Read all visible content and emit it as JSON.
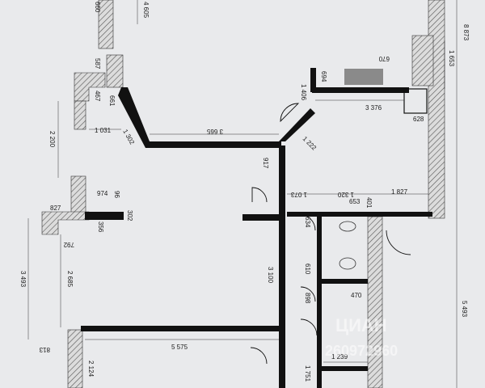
{
  "plan": {
    "dimensions": [
      "4 605",
      "8 873",
      "587",
      "670",
      "1 653",
      "694",
      "1 406",
      "467",
      "661",
      "3 376",
      "628",
      "1 031",
      "1 302",
      "3 665",
      "1 222",
      "2 200",
      "917",
      "1 073",
      "1 320",
      "1 827",
      "974",
      "96",
      "653",
      "401",
      "827",
      "302",
      "634",
      "356",
      "792",
      "3 493",
      "2 685",
      "3 100",
      "610",
      "470",
      "5 493",
      "898",
      "5 575",
      "1 239",
      "1 751",
      "2 124",
      "813",
      "660"
    ],
    "watermark": "ЦИАН",
    "watermark_id": "260972960"
  },
  "colors": {
    "paper": "#e9eaec",
    "wall": "#111111",
    "hatch": "#777777",
    "line": "#333333",
    "meter": "#8a8a8a"
  }
}
